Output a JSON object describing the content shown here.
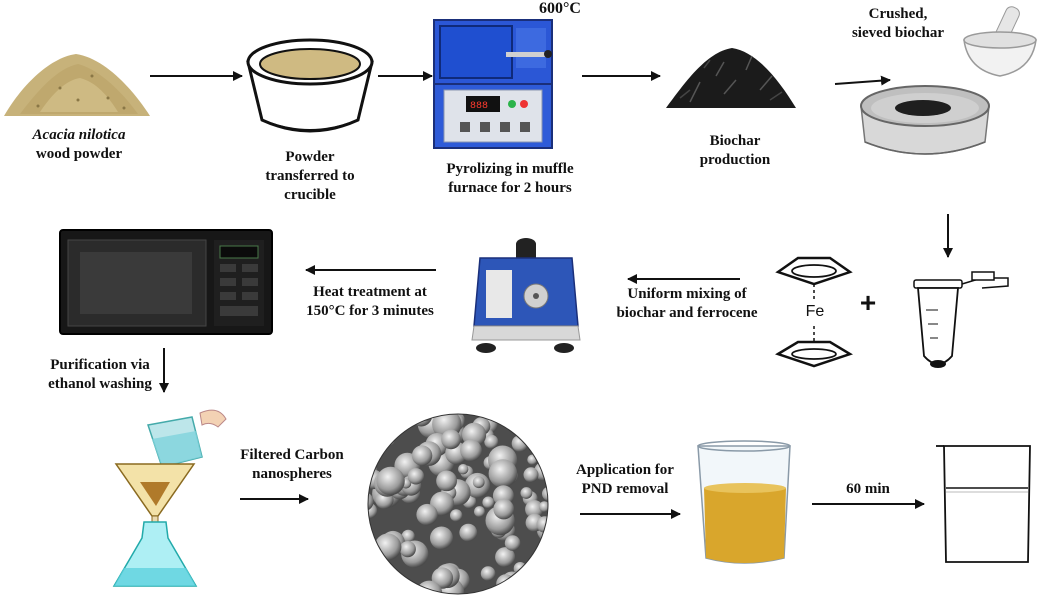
{
  "labels": {
    "acacia_species": "Acacia nilotica",
    "acacia_rest": "wood powder",
    "crucible_l1": "Powder",
    "crucible_l2": "transferred to",
    "crucible_l3": "crucible",
    "furnace_temp": "600°C",
    "furnace_l1": "Pyrolizing in muffle",
    "furnace_l2": "furnace for 2 hours",
    "biochar_l1": "Biochar",
    "biochar_l2": "production",
    "sieve_l1": "Crushed,",
    "sieve_l2": "sieved biochar",
    "mixing_l1": "Uniform mixing of",
    "mixing_l2": "biochar and ferrocene",
    "heat_l1": "Heat treatment at",
    "heat_l2": "150°C for 3 minutes",
    "purify_l1": "Purification via",
    "purify_l2": "ethanol washing",
    "filtered_l1": "Filtered Carbon",
    "filtered_l2": "nanospheres",
    "app_l1": "Application for",
    "app_l2": "PND removal",
    "time": "60 min",
    "fe_symbol": "Fe",
    "plus": "+"
  },
  "colors": {
    "furnace_blue": "#1f4fd0",
    "powder_tan": "#c9b47a",
    "biochar": "#1b1b1b",
    "solution_amber": "#d9a62c",
    "flask_cyan": "#8fe6ef",
    "arrow": "#111111"
  }
}
